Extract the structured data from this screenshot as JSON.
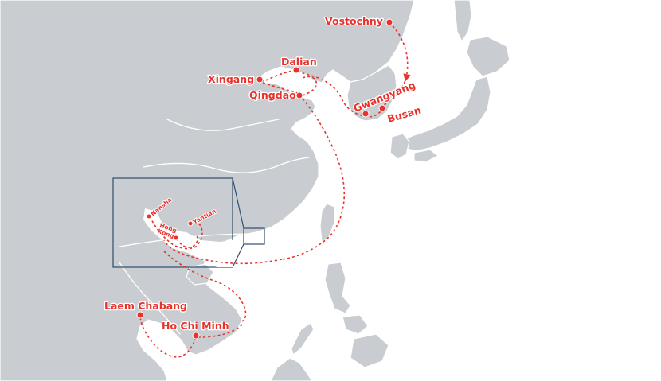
{
  "map": {
    "colors": {
      "sea": "#ffffff",
      "land": "#c9ccd0",
      "route": "#e8322c",
      "inset_frame": "#2f4e6e"
    },
    "ports": [
      {
        "id": "vostochny",
        "name": "Vostochny"
      },
      {
        "id": "dalian",
        "name": "Dalian"
      },
      {
        "id": "xingang",
        "name": "Xingang"
      },
      {
        "id": "qingdao",
        "name": "Qingdao"
      },
      {
        "id": "gwangyang",
        "name": "Gwangyang"
      },
      {
        "id": "busan",
        "name": "Busan"
      },
      {
        "id": "nansha",
        "name": "Nansha"
      },
      {
        "id": "yantian",
        "name": "Yantian"
      },
      {
        "id": "hong-kong",
        "name": "Hong\nKong"
      },
      {
        "id": "laem-chabang",
        "name": "Laem Chabang"
      },
      {
        "id": "ho-chi-minh",
        "name": "Ho Chi Minh"
      }
    ]
  }
}
